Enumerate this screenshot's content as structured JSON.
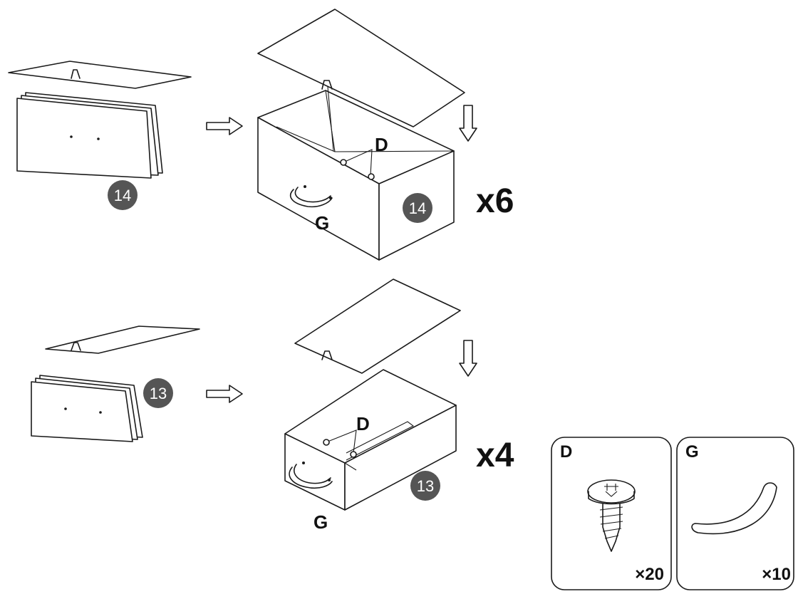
{
  "colors": {
    "line": "#1a1a1a",
    "badge": "#555555",
    "badge_text": "#ffffff"
  },
  "row1": {
    "part_number": "14",
    "screw_label": "D",
    "handle_label": "G",
    "quantity": "x6"
  },
  "row2": {
    "part_number": "13",
    "screw_label": "D",
    "handle_label": "G",
    "quantity": "x4"
  },
  "hardware": [
    {
      "label": "D",
      "icon": "screw-icon",
      "count": "×20"
    },
    {
      "label": "G",
      "icon": "handle-icon",
      "count": "×10"
    }
  ]
}
